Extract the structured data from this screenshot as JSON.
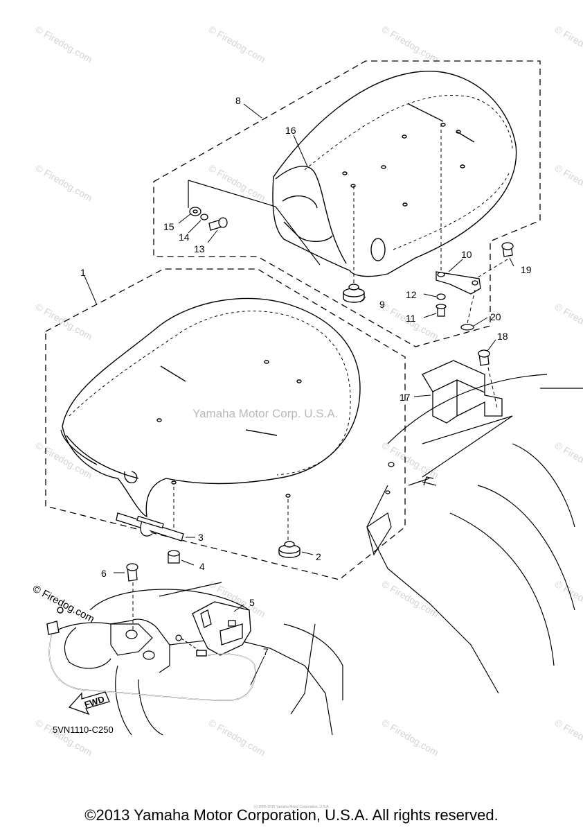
{
  "diagram": {
    "diagram_code": "5VN1110-C250",
    "center_watermark": "Yamaha Motor Corp. U.S.A.",
    "firedog_label": "© Firedog.com",
    "fwd_label": "FWD",
    "watermark_text": "© Firedog.com",
    "callouts": [
      "1",
      "2",
      "3",
      "4",
      "5",
      "6",
      "7",
      "8",
      "9",
      "10",
      "11",
      "12",
      "13",
      "14",
      "15",
      "16",
      "17",
      "18",
      "19",
      "20"
    ]
  },
  "footer": {
    "copyright": "©2013 Yamaha Motor Corporation, U.S.A. All rights reserved.",
    "small_copyright": "(c) 2005-2015 Yamaha Motor Corporation, U.S.A."
  }
}
